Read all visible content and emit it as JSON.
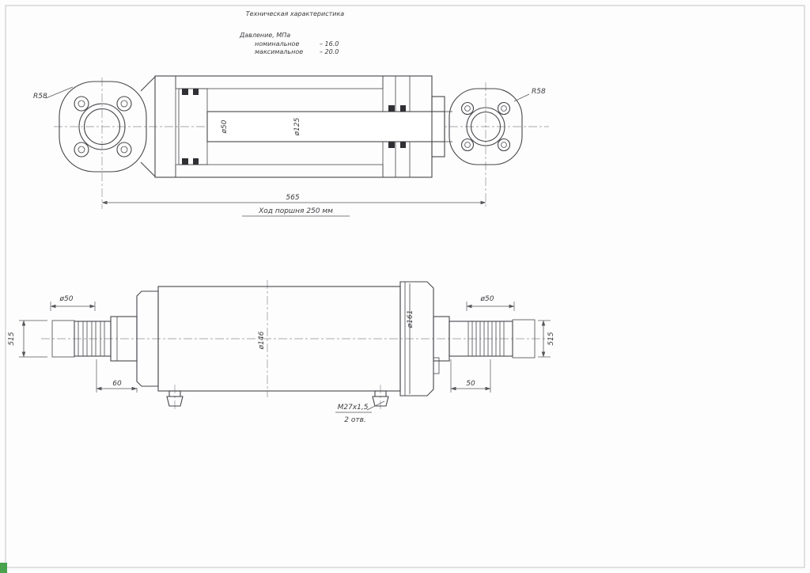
{
  "spec": {
    "title": "Техническая характеристика",
    "pressure_label": "Давление, МПа",
    "nominal_label": "номинальное",
    "nominal_value": "– 16.0",
    "maximum_label": "максимальное",
    "maximum_value": "– 20.0"
  },
  "section_view": {
    "radius_left": "R58",
    "radius_right": "R58",
    "rod_diameter": "ø50",
    "bore_diameter": "ø125",
    "overall_length": "565",
    "stroke_note": "Ход поршня 250 мм"
  },
  "side_view": {
    "rod_diameter_left": "ø50",
    "rod_diameter_right": "ø50",
    "end_height_left": "515",
    "end_height_right": "515",
    "body_diameter": "ø146",
    "head_diameter": "ø161",
    "length_left": "60",
    "length_right": "50",
    "port_thread": "M27x1,5",
    "port_count": "2 отв."
  }
}
